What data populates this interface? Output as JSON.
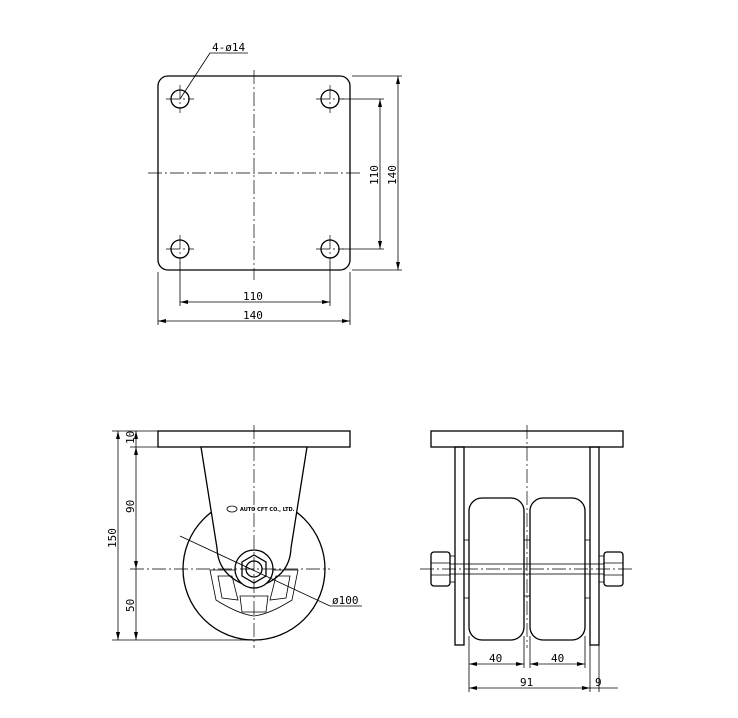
{
  "top_view": {
    "hole_note": "4-ø14",
    "dims": {
      "width_inner": "110",
      "width_outer": "140",
      "height_inner": "110",
      "height_outer": "140"
    }
  },
  "side_view": {
    "brand": "AUTO CFT CO., LTD.",
    "dims": {
      "plate_thk": "10",
      "fork_h": "90",
      "total_h": "150",
      "axle_h": "50",
      "wheel_dia": "ø100"
    }
  },
  "front_view": {
    "dims": {
      "wheel_w1": "40",
      "wheel_w2": "40",
      "total_w": "91",
      "offset": "9"
    }
  }
}
